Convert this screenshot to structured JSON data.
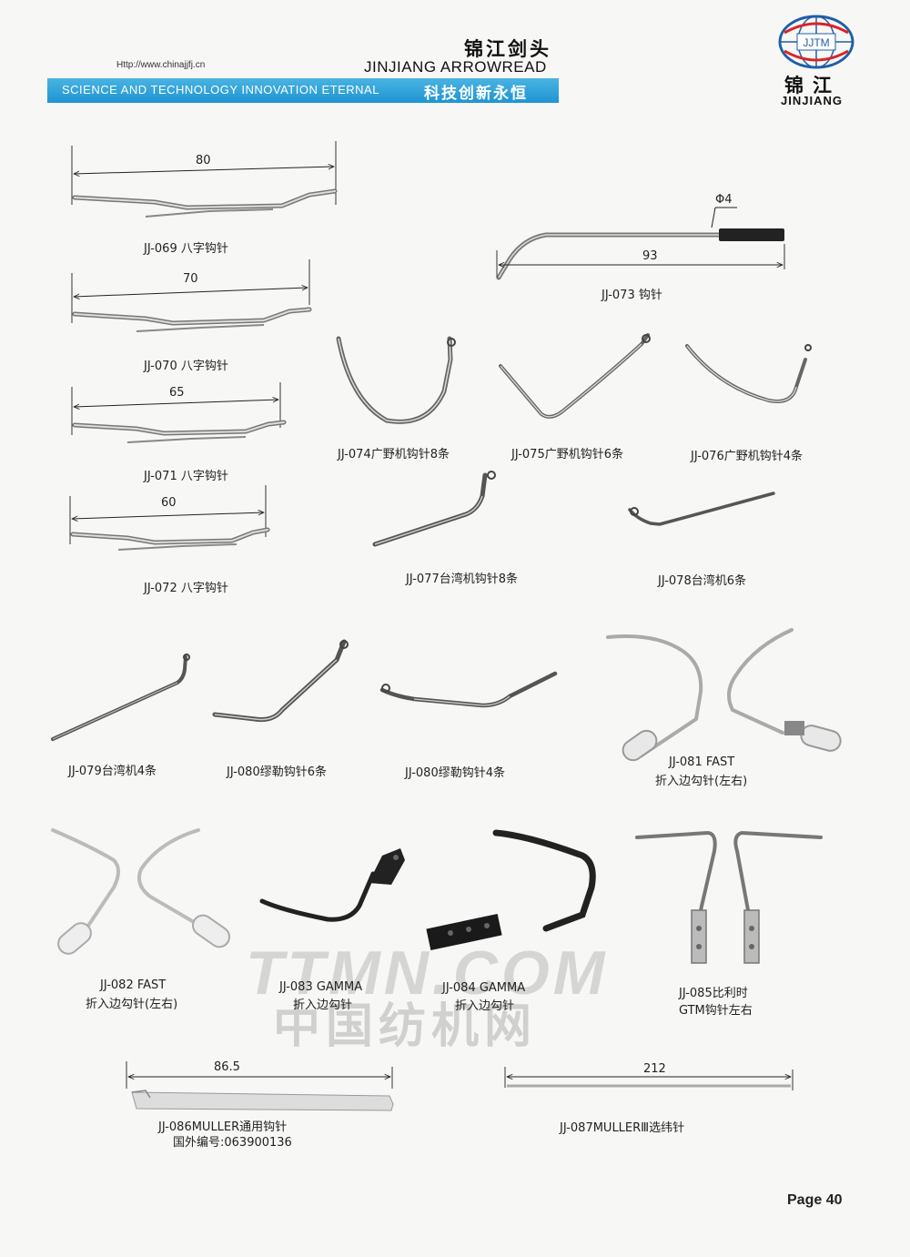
{
  "header": {
    "url": "Http://www.chinajjfj.cn",
    "brand_cn": "锦江剑头",
    "brand_en": "JINJIANG ARROWREAD",
    "slogan_en": "SCIENCE AND TECHNOLOGY  INNOVATION  ETERNAL",
    "slogan_cn": "科技创新永恒",
    "logo_mark": "JJTM",
    "logo_cn": "锦江",
    "logo_en": "JINJIANG"
  },
  "products": [
    {
      "id": "jj069",
      "caption": "JJ-069 八字钩针",
      "dimension": "80"
    },
    {
      "id": "jj070",
      "caption": "JJ-070 八字钩针",
      "dimension": "70"
    },
    {
      "id": "jj071",
      "caption": "JJ-071 八字钩针",
      "dimension": "65"
    },
    {
      "id": "jj072",
      "caption": "JJ-072 八字钩针",
      "dimension": "60"
    },
    {
      "id": "jj073",
      "caption": "JJ-073 钩针",
      "dimension": "93",
      "diameter": "Φ4"
    },
    {
      "id": "jj074",
      "caption": "JJ-074广野机钩针8条"
    },
    {
      "id": "jj075",
      "caption": "JJ-075广野机钩针6条"
    },
    {
      "id": "jj076",
      "caption": "JJ-076广野机钩针4条"
    },
    {
      "id": "jj077",
      "caption": "JJ-077台湾机钩针8条"
    },
    {
      "id": "jj078",
      "caption": "JJ-078台湾机6条"
    },
    {
      "id": "jj079",
      "caption": "JJ-079台湾机4条"
    },
    {
      "id": "jj080a",
      "caption": "JJ-080缪勒钩针6条"
    },
    {
      "id": "jj080b",
      "caption": "JJ-080缪勒钩针4条"
    },
    {
      "id": "jj081",
      "caption": "JJ-081 FAST",
      "caption2": "折入边勾针(左右)"
    },
    {
      "id": "jj082",
      "caption": "JJ-082 FAST",
      "caption2": "折入边勾针(左右)"
    },
    {
      "id": "jj083",
      "caption": "JJ-083 GAMMA",
      "caption2": "折入边勾针"
    },
    {
      "id": "jj084",
      "caption": "JJ-084 GAMMA",
      "caption2": "折入边勾针"
    },
    {
      "id": "jj085",
      "caption": "JJ-085比利时",
      "caption2": "GTM钩针左右"
    },
    {
      "id": "jj086",
      "caption": "JJ-086MULLER通用钩针",
      "caption2": "国外编号:063900136",
      "dimension": "86.5"
    },
    {
      "id": "jj087",
      "caption": "JJ-087MULLERⅢ选纬针",
      "dimension": "212"
    }
  ],
  "watermark": {
    "en": "TTMN.COM",
    "cn": "中国纺机网"
  },
  "page": "Page 40",
  "colors": {
    "banner": "#1e95d2",
    "logo_red": "#d8232a",
    "logo_blue": "#1f5fa8"
  }
}
